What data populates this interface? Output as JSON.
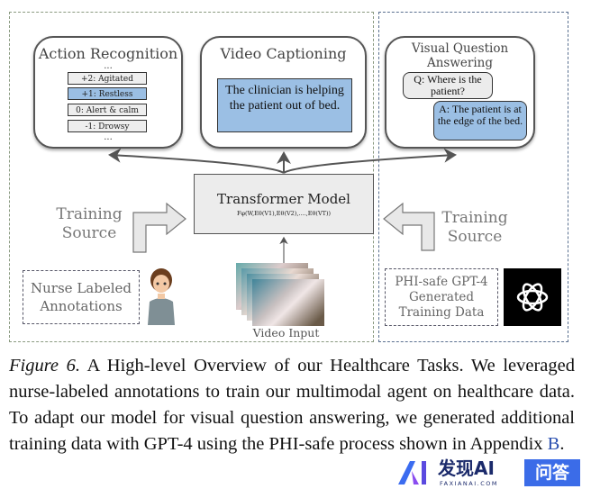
{
  "figure": {
    "action_recognition": {
      "title": "Action Recognition",
      "ellipsis": "...",
      "labels": [
        "+2: Agitated",
        "+1: Restless",
        "0: Alert & calm",
        "-1: Drowsy"
      ],
      "selected": 1
    },
    "video_captioning": {
      "title": "Video Captioning",
      "caption": "The clinician is helping the patient out of bed."
    },
    "vqa": {
      "title": "Visual Question Answering",
      "question": "Q: Where is the patient?",
      "answer": "A: The patient is at the edge of the bed."
    },
    "transformer": {
      "title": "Transformer Model",
      "formula": "Fφ(W,Eθ(V1),Eθ(V2),....,Eθ(VT))"
    },
    "training_source_left": "Training Source",
    "training_source_right": "Training Source",
    "nurse_box": "Nurse Labeled Annotations",
    "video_input": "Video Input",
    "gpt_box": "PHI-safe GPT-4 Generated Training Data",
    "colors": {
      "selected": "#9bbfe4",
      "box": "#ececec"
    }
  },
  "caption": {
    "label": "Figure 6.",
    "text": " A High-level Overview of our Healthcare Tasks. We leveraged nurse-labeled annotations to train our multimodal agent on healthcare data. To adapt our model for visual question answering, we generated additional training data with GPT-4 using the PHI-safe process shown in Appendix ",
    "link": "B",
    "end": "."
  },
  "watermark": {
    "brand": "发现AI",
    "domain": "FAXIANAI.COM",
    "badge": "问答"
  }
}
